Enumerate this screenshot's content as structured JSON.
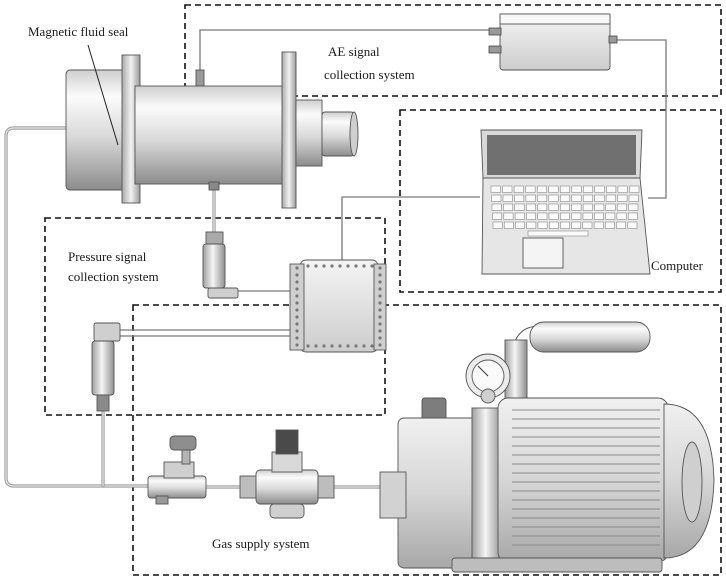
{
  "labels": {
    "magnetic_fluid_seal": "Magnetic fluid seal",
    "ae_line1": "AE signal",
    "ae_line2": "collection system",
    "pressure_line1": "Pressure signal",
    "pressure_line2": "collection system",
    "computer": "Computer",
    "gas_supply": "Gas supply system"
  },
  "icons": {
    "seal": "magnetic-fluid-seal-cylinder",
    "ae": "ae-acquisition-box",
    "laptop": "laptop-computer",
    "daq": "pressure-daq-module",
    "sensor": "pressure-sensor",
    "valve": "needle-valve",
    "regulator": "pressure-regulator",
    "pump": "vacuum-pump",
    "gauge": "dial-gauge"
  },
  "colors": {
    "box_border": "#111111",
    "equipment_light": "#eeeeee",
    "equipment_mid": "#bdbdbd",
    "equipment_dark": "#6e6e6e",
    "screen": "#6f6f6f"
  }
}
